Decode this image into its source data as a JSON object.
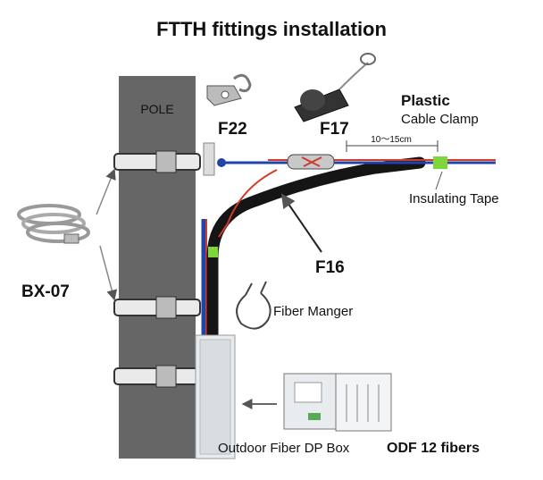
{
  "title": "FTTH fittings installation",
  "labels": {
    "pole": "POLE",
    "f22": "F22",
    "f17": "F17",
    "f16": "F16",
    "plastic": "Plastic",
    "cable_clamp": "Cable Clamp",
    "distance": "10～15cm",
    "insulating_tape": "Insulating Tape",
    "bx07": "BX-07",
    "fiber_manger": "Fiber Manger",
    "dp_box": "Outdoor Fiber DP Box",
    "odf": "ODF 12 fibers"
  },
  "colors": {
    "pole": "#666666",
    "band": "#e8e8e8",
    "cable_black": "#151515",
    "cable_red": "#d23a2a",
    "cable_blue": "#2244aa",
    "tape_green": "#7fd63a",
    "box": "#e6ebef"
  }
}
